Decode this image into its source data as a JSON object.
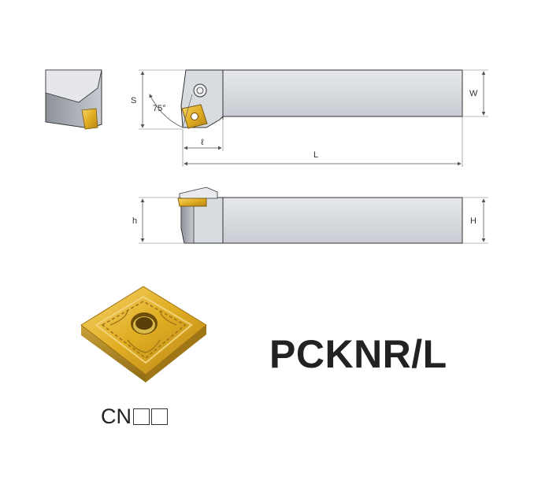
{
  "diagram": {
    "top_view": {
      "dims": {
        "S": "S",
        "W": "W",
        "L": "L",
        "l": "ℓ"
      },
      "angle": "75°"
    },
    "side_view": {
      "dims": {
        "h": "h",
        "H": "H"
      }
    },
    "model": "PCKNR/L",
    "insert": {
      "code": "CN"
    }
  },
  "colors": {
    "shank": "#d3d6dc",
    "shank_dark": "#9fa3aa",
    "insert": "#e3b526",
    "insert_dark": "#b7861a",
    "line": "#333333",
    "dim_line": "#555555"
  }
}
